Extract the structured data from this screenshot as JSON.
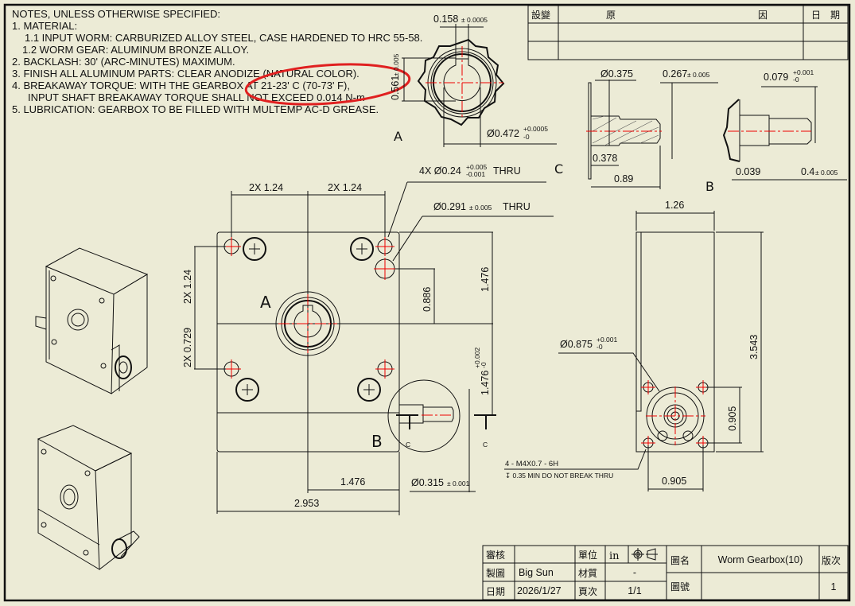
{
  "notes": {
    "title": "NOTES, UNLESS OTHERWISE SPECIFIED:",
    "lines": [
      "1.     MATERIAL:",
      "1.1 INPUT WORM: CARBURIZED ALLOY STEEL, CASE HARDENED TO HRC 55-58.",
      "1.2 WORM GEAR: ALUMINUM BRONZE ALLOY.",
      "2. BACKLASH: 30' (ARC-MINUTES) MAXIMUM.",
      "3. FINISH ALL ALUMINUM PARTS: CLEAR ANODIZE (NATURAL COLOR).",
      "4. BREAKAWAY TORQUE: WITH THE GEARBOX AT 21-23' C (70-73' F),",
      "INPUT SHAFT BREAKAWAY TORQUE SHALL NOT EXCEED 0.014 N-m",
      "5. LUBRICATION: GEARBOX TO BE FILLED WITH MULTEMP AC-D GREASE."
    ]
  },
  "revision_table": {
    "headers": [
      "設變",
      "原",
      "因",
      "日　期"
    ]
  },
  "detail_a": {
    "label": "A",
    "dim_keyway": "0.158",
    "dim_keyway_tol": "± 0.0005",
    "dim_height": "0.561",
    "dim_height_tol": "± 0.005",
    "dim_bore": "Ø0.472",
    "dim_bore_tol_upper": "+0.0005",
    "dim_bore_tol_lower": "-0"
  },
  "section_c": {
    "label": "C",
    "dim_dia": "Ø0.375",
    "dim_0267": "0.267",
    "dim_0267_tol": "± 0.005",
    "dim_0378": "0.378",
    "dim_089": "0.89"
  },
  "detail_b": {
    "label": "B",
    "dim_0079": "0.079",
    "dim_0079_tol_upper": "+0.001",
    "dim_0079_tol_lower": "-0",
    "dim_0039": "0.039",
    "dim_04": "0.4",
    "dim_04_tol": "± 0.005"
  },
  "front_view": {
    "label_a": "A",
    "label_b": "B",
    "section_mark": "C",
    "dim_2x124_left": "2X  1.24",
    "dim_2x124_right": "2X 1.24",
    "hole_callout": "4X Ø0.24",
    "hole_tol_upper": "+0.005",
    "hole_tol_lower": "-0.001",
    "thru": "THRU",
    "hole2_callout": "Ø0.291",
    "hole2_tol": "± 0.005",
    "dim_2x124_vert": "2X 1.24",
    "dim_2x0729": "2X 0.729",
    "dim_0886": "0.886",
    "dim_1476_top": "1.476",
    "dim_1476_tol": "1.476",
    "dim_1476_tol_upper": "+0.002",
    "dim_1476_tol_lower": "-0",
    "dim_1476_bottom": "1.476",
    "dim_2953": "2.953",
    "dim_shaft": "Ø0.315",
    "dim_shaft_tol": "± 0.001"
  },
  "side_view": {
    "dim_126": "1.26",
    "dim_3543": "3.543",
    "dim_bore": "Ø0.875",
    "dim_bore_tol_upper": "+0.001",
    "dim_bore_tol_lower": "-0",
    "dim_0905_v": "0.905",
    "dim_0905_h": "0.905",
    "thread_callout": "4 - M4X0.7 - 6H",
    "thread_depth": "↧ 0.35 MIN DO NOT BREAK THRU"
  },
  "title_block": {
    "review_label": "審核",
    "review_value": "",
    "unit_label": "單位",
    "unit_value": "in",
    "drawing_name_label": "圖名",
    "drawing_name": "Worm Gearbox(10)",
    "version_label": "版次",
    "version": "1",
    "drafter_label": "製圖",
    "drafter": "Big Sun",
    "material_label": "材質",
    "material": "-",
    "drawing_no_label": "圖號",
    "drawing_no": "",
    "date_label": "日期",
    "date": "2026/1/27",
    "page_label": "頁次",
    "page": "1/1"
  },
  "colors": {
    "paper": "#ECEBD6",
    "line": "#111111",
    "centerline": "#E00000",
    "markup": "#E02020"
  }
}
